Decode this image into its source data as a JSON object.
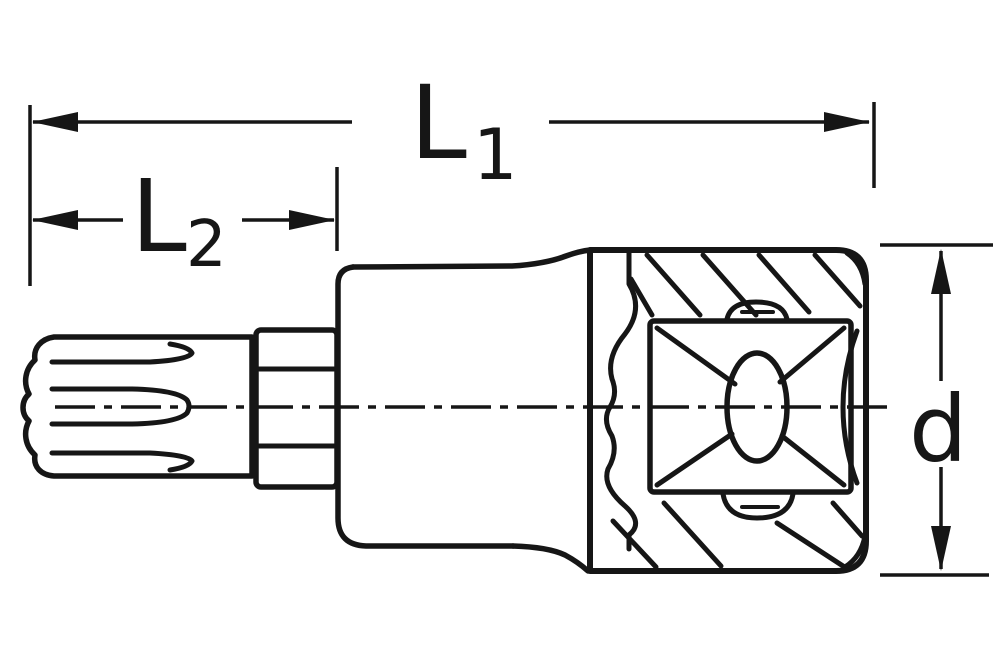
{
  "drawing": {
    "description": "Technical line drawing: side view of a bit socket (spline tip, hex collar, neck, socket body shown in section with square drive and pin hole) with dimension callouts",
    "background_color": "#ffffff",
    "line_color": "#161616",
    "dimension_labels": {
      "l1_main": "L",
      "l1_sub": "1",
      "l2_main": "L",
      "l2_sub": "2",
      "d": "d"
    }
  }
}
